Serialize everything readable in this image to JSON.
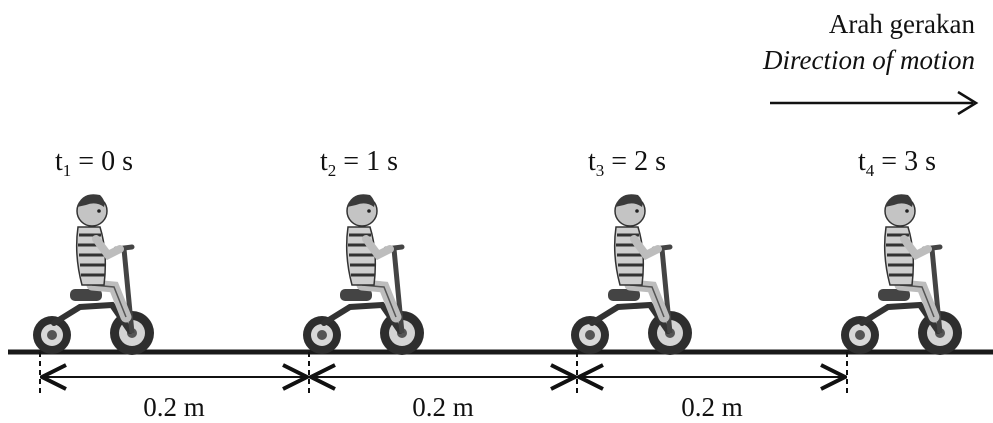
{
  "direction": {
    "label_ms": "Arah gerakan",
    "label_en": "Direction of motion"
  },
  "times": [
    {
      "sym": "t",
      "sub": "1",
      "eq": "= 0 s"
    },
    {
      "sym": "t",
      "sub": "2",
      "eq": "= 1 s"
    },
    {
      "sym": "t",
      "sub": "3",
      "eq": "= 2 s"
    },
    {
      "sym": "t",
      "sub": "4",
      "eq": "= 3 s"
    }
  ],
  "distances": [
    "0.2 m",
    "0.2 m",
    "0.2 m"
  ],
  "colors": {
    "ink": "#111111",
    "ground": "#1a1a1a",
    "figure": "#3a3a3a",
    "figure_light": "#bdbdbd"
  }
}
